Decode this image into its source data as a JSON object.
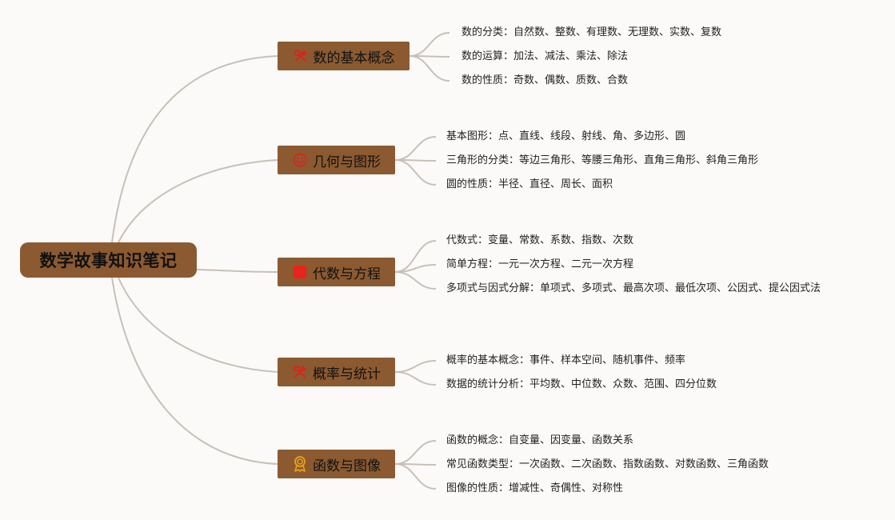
{
  "root": {
    "title": "数学故事知识笔记"
  },
  "branches": [
    {
      "label": "数的基本概念",
      "icon": "tools-icon",
      "icon_color": "#d7261e",
      "leaves": [
        "数的分类：自然数、整数、有理数、无理数、实数、复数",
        "数的运算：加法、减法、乘法、除法",
        "数的性质：奇数、偶数、质数、合数"
      ]
    },
    {
      "label": "几何与图形",
      "icon": "smile-icon",
      "icon_color": "#d7261e",
      "leaves": [
        "基本图形：点、直线、线段、射线、角、多边形、圆",
        "三角形的分类：等边三角形、等腰三角形、直角三角形、斜角三角形",
        "圆的性质：半径、直径、周长、面积"
      ]
    },
    {
      "label": "代数与方程",
      "icon": "square-icon",
      "icon_color": "#e8241b",
      "leaves": [
        "代数式：变量、常数、系数、指数、次数",
        "简单方程：一元一次方程、二元一次方程",
        "多项式与因式分解：单项式、多项式、最高次项、最低次项、公因式、提公因式法"
      ]
    },
    {
      "label": "概率与统计",
      "icon": "tools-icon",
      "icon_color": "#d7261e",
      "leaves": [
        "概率的基本概念：事件、样本空间、随机事件、频率",
        "数据的统计分析：平均数、中位数、众数、范围、四分位数"
      ]
    },
    {
      "label": "函数与图像",
      "icon": "medal-icon",
      "icon_color": "#e6a317",
      "leaves": [
        "函数的概念：自变量、因变量、函数关系",
        "常见函数类型：一次函数、二次函数、指数函数、对数函数、三角函数",
        "图像的性质：增减性、奇偶性、对称性"
      ]
    }
  ]
}
